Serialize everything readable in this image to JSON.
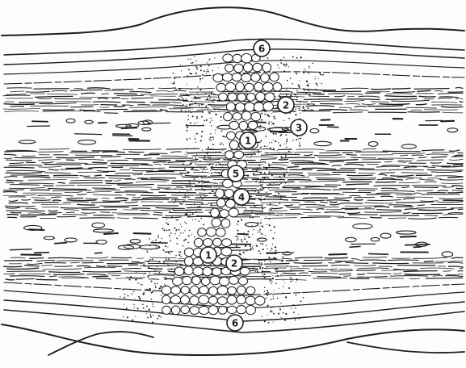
{
  "labels": {
    "top6": "6",
    "upper2": "2",
    "upper3": "3",
    "upper1": "1",
    "mid5": "5",
    "mid4": "4",
    "lower1": "1",
    "lower2": "2",
    "bottom6": "6"
  },
  "colors": {
    "ink": "#1e1e1e",
    "paper": "#fdfdfb"
  }
}
